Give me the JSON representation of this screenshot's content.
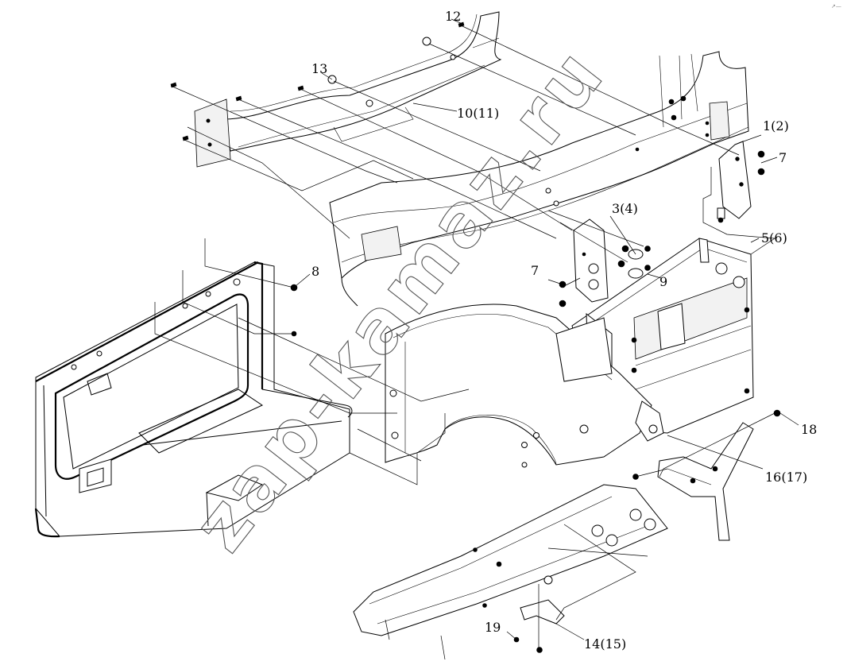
{
  "callouts": [
    {
      "id": "c12",
      "text": "12"
    },
    {
      "id": "c13",
      "text": "13"
    },
    {
      "id": "c10",
      "text": "10(11)"
    },
    {
      "id": "c1",
      "text": "1(2)"
    },
    {
      "id": "c7a",
      "text": "7"
    },
    {
      "id": "c3",
      "text": "3(4)"
    },
    {
      "id": "c5",
      "text": "5(6)"
    },
    {
      "id": "c7b",
      "text": "7"
    },
    {
      "id": "c9",
      "text": "9"
    },
    {
      "id": "c8",
      "text": "8"
    },
    {
      "id": "c18",
      "text": "18"
    },
    {
      "id": "c16",
      "text": "16(17)"
    },
    {
      "id": "c19",
      "text": "19"
    },
    {
      "id": "c14",
      "text": "14(15)"
    }
  ],
  "watermark": "zap-kamaz.ru",
  "corner_mark": "↗—"
}
